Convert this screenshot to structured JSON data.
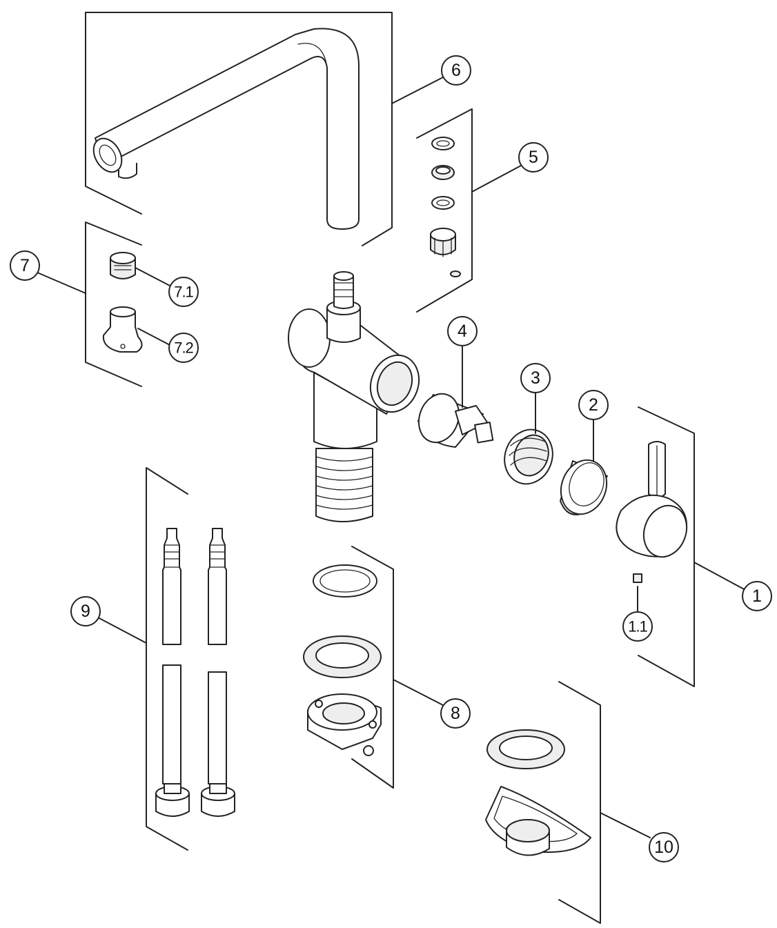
{
  "diagram": {
    "callouts": {
      "c1": "1",
      "c1_1": "1.1",
      "c2": "2",
      "c3": "3",
      "c4": "4",
      "c5": "5",
      "c6": "6",
      "c7": "7",
      "c7_1": "7.1",
      "c7_2": "7.2",
      "c8": "8",
      "c9": "9",
      "c10": "10"
    },
    "line_color": "#222222",
    "background": "#ffffff"
  }
}
